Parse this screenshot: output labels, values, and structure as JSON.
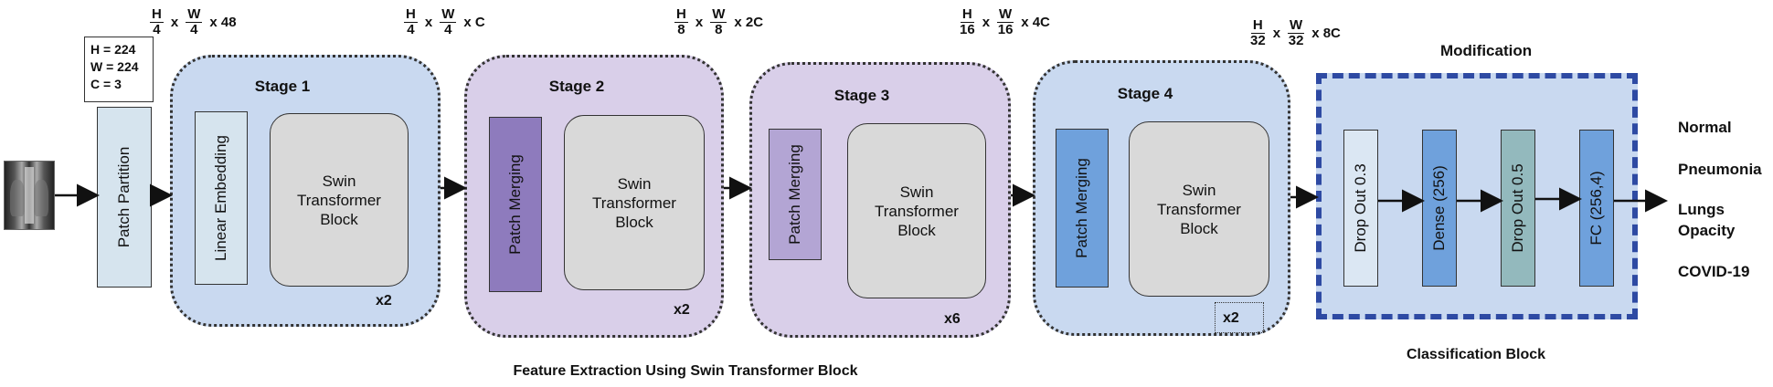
{
  "input": {
    "params": [
      "H = 224",
      "W = 224",
      "C = 3"
    ],
    "image_icon": "chest-xray-image"
  },
  "patch_partition": "Patch Partition",
  "dims": [
    {
      "h": "H",
      "hd": "4",
      "w": "W",
      "wd": "4",
      "x": "x",
      "c": "x 48"
    },
    {
      "h": "H",
      "hd": "4",
      "w": "W",
      "wd": "4",
      "x": "x",
      "c": "x C"
    },
    {
      "h": "H",
      "hd": "8",
      "w": "W",
      "wd": "8",
      "x": "x",
      "c": "x 2C"
    },
    {
      "h": "H",
      "hd": "16",
      "w": "W",
      "wd": "16",
      "x": "x",
      "c": "x 4C"
    },
    {
      "h": "H",
      "hd": "32",
      "w": "W",
      "wd": "32",
      "x": "x",
      "c": "x 8C"
    }
  ],
  "stages": [
    {
      "title": "Stage 1",
      "first": "Linear Embedding",
      "block": "Swin Transformer Block",
      "repeat": "x2"
    },
    {
      "title": "Stage 2",
      "first": "Patch Merging",
      "block": "Swin Transformer Block",
      "repeat": "x2"
    },
    {
      "title": "Stage 3",
      "first": "Patch Merging",
      "block": "Swin Transformer Block",
      "repeat": "x6"
    },
    {
      "title": "Stage 4",
      "first": "Patch Merging",
      "block": "Swin Transformer Block",
      "repeat": "x2"
    }
  ],
  "modification": {
    "title": "Modification",
    "layers": [
      "Drop Out 0.3",
      "Dense (256)",
      "Drop Out 0.5",
      "FC (256,4)"
    ]
  },
  "classes": [
    "Normal",
    "Pneumonia",
    "Lungs Opacity",
    "COVID-19"
  ],
  "captions": {
    "feature": "Feature Extraction Using Swin Transformer Block",
    "classification": "Classification Block"
  },
  "colors": {
    "blue_stage": "#c9d9f0",
    "purple_stage": "#d9cfe9",
    "patch_merge_dark": "#8e7bbd",
    "patch_merge_light": "#b3a5d4",
    "patch_merge_blue": "#6fa1dc",
    "border_dashed": "#2e4aa3"
  }
}
